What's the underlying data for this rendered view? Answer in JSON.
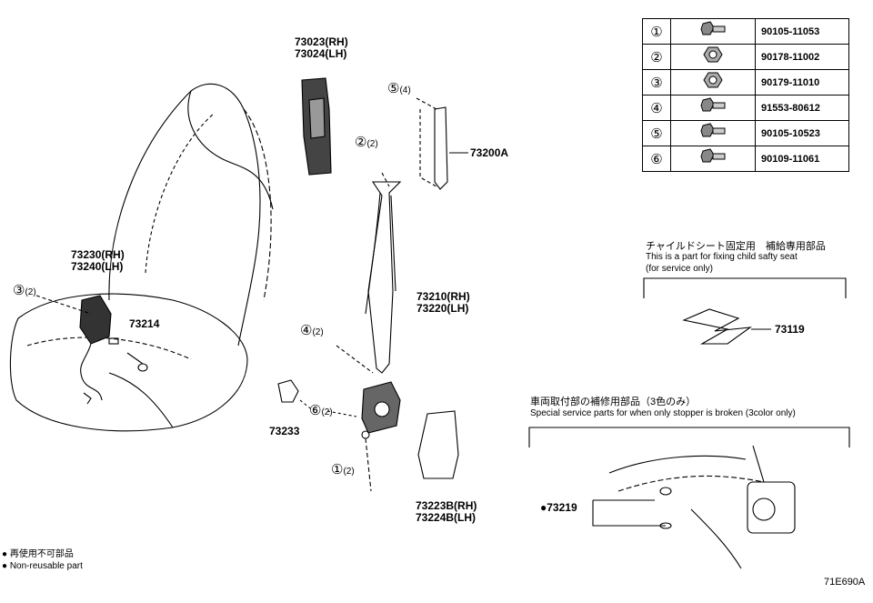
{
  "labels": {
    "p73023": "73023(RH)",
    "p73024": "73024(LH)",
    "p73200A": "73200A",
    "p73230": "73230(RH)",
    "p73240": "73240(LH)",
    "p73214": "73214",
    "p73210": "73210(RH)",
    "p73220": "73220(LH)",
    "p73233": "73233",
    "p73223B": "73223B(RH)",
    "p73224B": "73224B(LH)",
    "p73119": "73119",
    "p73219": "73219"
  },
  "callouts": {
    "c5": {
      "num": "⑤",
      "qty": "(4)"
    },
    "c2": {
      "num": "②",
      "qty": "(2)"
    },
    "c3": {
      "num": "③",
      "qty": "(2)"
    },
    "c4": {
      "num": "④",
      "qty": "(2)"
    },
    "c6": {
      "num": "⑥",
      "qty": "(2)"
    },
    "c1": {
      "num": "①",
      "qty": "(2)"
    }
  },
  "fastener_table": [
    {
      "num": "①",
      "icon": "bolt-icon",
      "part": "90105-11053"
    },
    {
      "num": "②",
      "icon": "nut-icon",
      "part": "90178-11002"
    },
    {
      "num": "③",
      "icon": "nut-icon",
      "part": "90179-11010"
    },
    {
      "num": "④",
      "icon": "bolt-icon",
      "part": "91553-80612"
    },
    {
      "num": "⑤",
      "icon": "bolt-icon",
      "part": "90105-10523"
    },
    {
      "num": "⑥",
      "icon": "bolt-icon",
      "part": "90109-11061"
    }
  ],
  "child_seat_note": {
    "jp": "チャイルドシート固定用　補給専用部品",
    "en1": "This is a part for fixing child safty seat",
    "en2": "(for service only)"
  },
  "stopper_note": {
    "jp": "車両取付部の補修用部品（3色のみ）",
    "en": "Special service parts for when only stopper is broken (3color only)"
  },
  "legend": {
    "bullet": "●",
    "jp": "再使用不可部品",
    "en": "Non-reusable part"
  },
  "figure_code": "71E690A"
}
